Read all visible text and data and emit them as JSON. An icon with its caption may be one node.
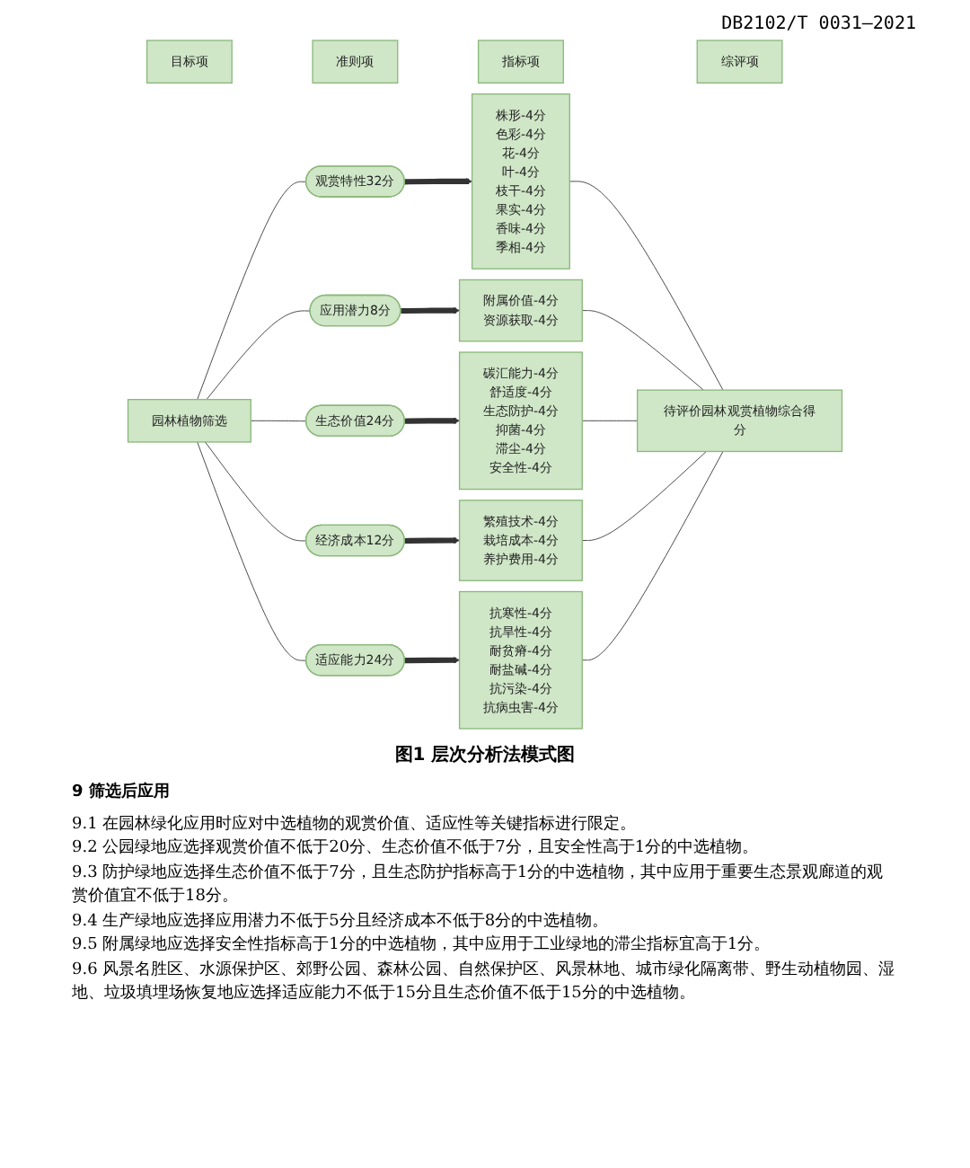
{
  "diagram": {
    "caption": "图1 层次分析法模式图",
    "nodes": [
      {
        "text": [
          "目标项"
        ]
      },
      {
        "text": [
          "准则项"
        ]
      },
      {
        "text": [
          "指标项"
        ]
      },
      {
        "text": [
          "综评项"
        ]
      },
      {
        "text": [
          "园林植物筛选"
        ]
      },
      {
        "text": [
          "观赏特性32分"
        ]
      },
      {
        "text": [
          "应用潜力8分"
        ]
      },
      {
        "text": [
          "生态价值24分"
        ]
      },
      {
        "text": [
          "经济成本12分"
        ]
      },
      {
        "text": [
          "适应能力24分"
        ]
      },
      {
        "text": [
          "株形-4分",
          "色彩-4分",
          "花-4分",
          "叶-4分",
          "枝干-4分",
          "果实-4分",
          "香味-4分",
          "季相-4分"
        ]
      },
      {
        "text": [
          "附属价值-4分",
          "资源获取-4分"
        ]
      },
      {
        "text": [
          "碳汇能力-4分",
          "舒适度-4分",
          "生态防护-4分",
          "抑菌-4分",
          "滞尘-4分",
          "安全性-4分"
        ]
      },
      {
        "text": [
          "繁殖技术-4分",
          "栽培成本-4分",
          "养护费用-4分"
        ]
      },
      {
        "text": [
          "抗寒性-4分",
          "抗旱性-4分",
          "耐贫瘠-4分",
          "耐盐碱-4分",
          "抗污染-4分",
          "抗病虫害-4分"
        ]
      },
      {
        "text": [
          "待评价园林观赏植物综合得分"
        ]
      }
    ],
    "edges": [
      {
        "from": 4,
        "to": 5,
        "arrow": "none"
      },
      {
        "from": 4,
        "to": 6,
        "arrow": "none"
      },
      {
        "from": 4,
        "to": 7,
        "arrow": "none"
      },
      {
        "from": 4,
        "to": 8,
        "arrow": "none"
      },
      {
        "from": 4,
        "to": 9,
        "arrow": "none"
      },
      {
        "from": 5,
        "to": 10,
        "arrow": "to",
        "style": "thick"
      },
      {
        "from": 6,
        "to": 11,
        "arrow": "to",
        "style": "thick"
      },
      {
        "from": 7,
        "to": 12,
        "arrow": "to",
        "style": "thick"
      },
      {
        "from": 8,
        "to": 13,
        "arrow": "to",
        "style": "thick"
      },
      {
        "from": 9,
        "to": 14,
        "arrow": "to",
        "style": "thick"
      },
      {
        "from": 10,
        "to": 15,
        "arrow": "none"
      },
      {
        "from": 11,
        "to": 15,
        "arrow": "none"
      },
      {
        "from": 12,
        "to": 15,
        "arrow": "none"
      },
      {
        "from": 13,
        "to": 15,
        "arrow": "none"
      },
      {
        "from": 14,
        "to": 15,
        "arrow": "none"
      }
    ],
    "labels": [
      "DB2102/T 0031—2021",
      "9 筛选后应用",
      "9.1 在园林绿化应用时应对中选植物的观赏价值、适应性等关键指标进行限定。",
      "9.2 公园绿地应选择观赏价值不低于20分、生态价值不低于7分，且安全性高于1分的中选植物。",
      "9.3 防护绿地应选择生态价值不低于7分，且生态防护指标高于1分的中选植物，其中应用于重要生态景观廊道的观赏价值宜不低于18分。",
      "9.4 生产绿地应选择应用潜力不低于5分且经济成本不低于8分的中选植物。",
      "9.5 附属绿地应选择安全性指标高于1分的中选植物，其中应用于工业绿地的滞尘指标宜高于1分。",
      "9.6 风景名胜区、水源保护区、郊野公园、森林公园、自然保护区、风景林地、城市绿化隔离带、野生动植物园、湿地、垃圾填埋场恢复地应选择适应能力不低于15分且生态价值不低于15分的中选植物。"
    ]
  }
}
